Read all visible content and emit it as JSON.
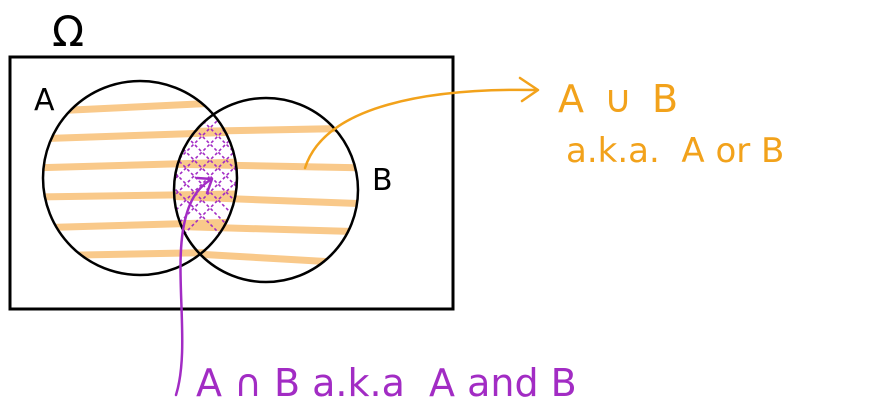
{
  "diagram": {
    "universe_label": "Ω",
    "set_a_label": "A",
    "set_b_label": "B",
    "union": {
      "line1": "A ∪ B",
      "line2": "a.k.a.  A or B"
    },
    "intersection": {
      "text": "A ∩ B a.k.a  A and B"
    }
  },
  "colors": {
    "outline": "#000000",
    "union": "#f2a21b",
    "union_fill": "#f9c98a",
    "intersection": "#a22cc4"
  }
}
